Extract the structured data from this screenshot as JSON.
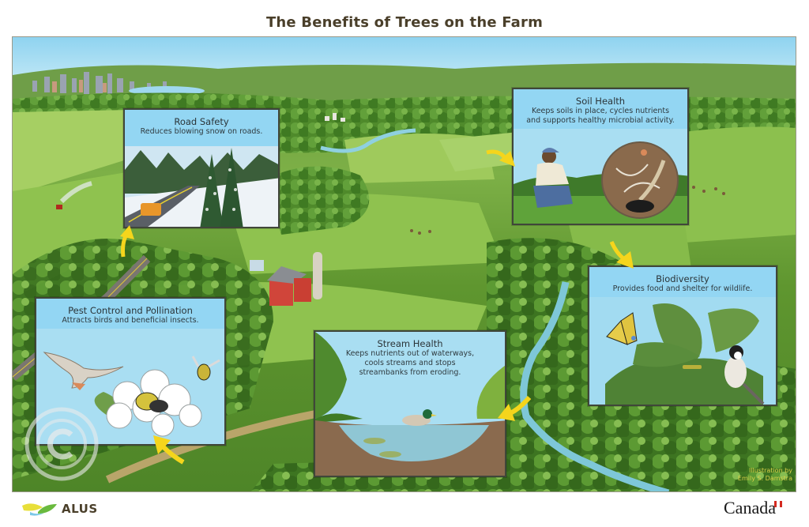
{
  "title": "The Benefits of Trees on the Farm",
  "panels": [
    {
      "id": "road-safety",
      "heading": "Road Safety",
      "description": [
        "Reduces blowing snow on roads."
      ]
    },
    {
      "id": "soil-health",
      "heading": "Soil Health",
      "description": [
        "Keeps soils in place, cycles nutrients",
        "and supports healthy microbial activity."
      ]
    },
    {
      "id": "biodiversity",
      "heading": "Biodiversity",
      "description": [
        "Provides food and shelter for wildlife."
      ]
    },
    {
      "id": "pest-control",
      "heading": "Pest Control and Pollination",
      "description": [
        "Attracts birds and beneficial insects."
      ]
    },
    {
      "id": "stream-health",
      "heading": "Stream Health",
      "description": [
        "Keeps nutrients out of waterways,",
        "cools streams and stops",
        "streambanks from eroding."
      ]
    }
  ],
  "credit": [
    "Illustration by",
    "Emily S. Damstra"
  ],
  "logos": {
    "left": "ALUS",
    "right": "Canada"
  },
  "watermark": "©",
  "colors": {
    "title": "#4a3f2a",
    "panel_bg": "#93d6f3",
    "panel_border": "#40463a",
    "arrow": "#f5d51c",
    "credit": "#d8d24a",
    "sky": "#8fd3f0",
    "grass": "#7db047",
    "forest": "#4e8528"
  }
}
